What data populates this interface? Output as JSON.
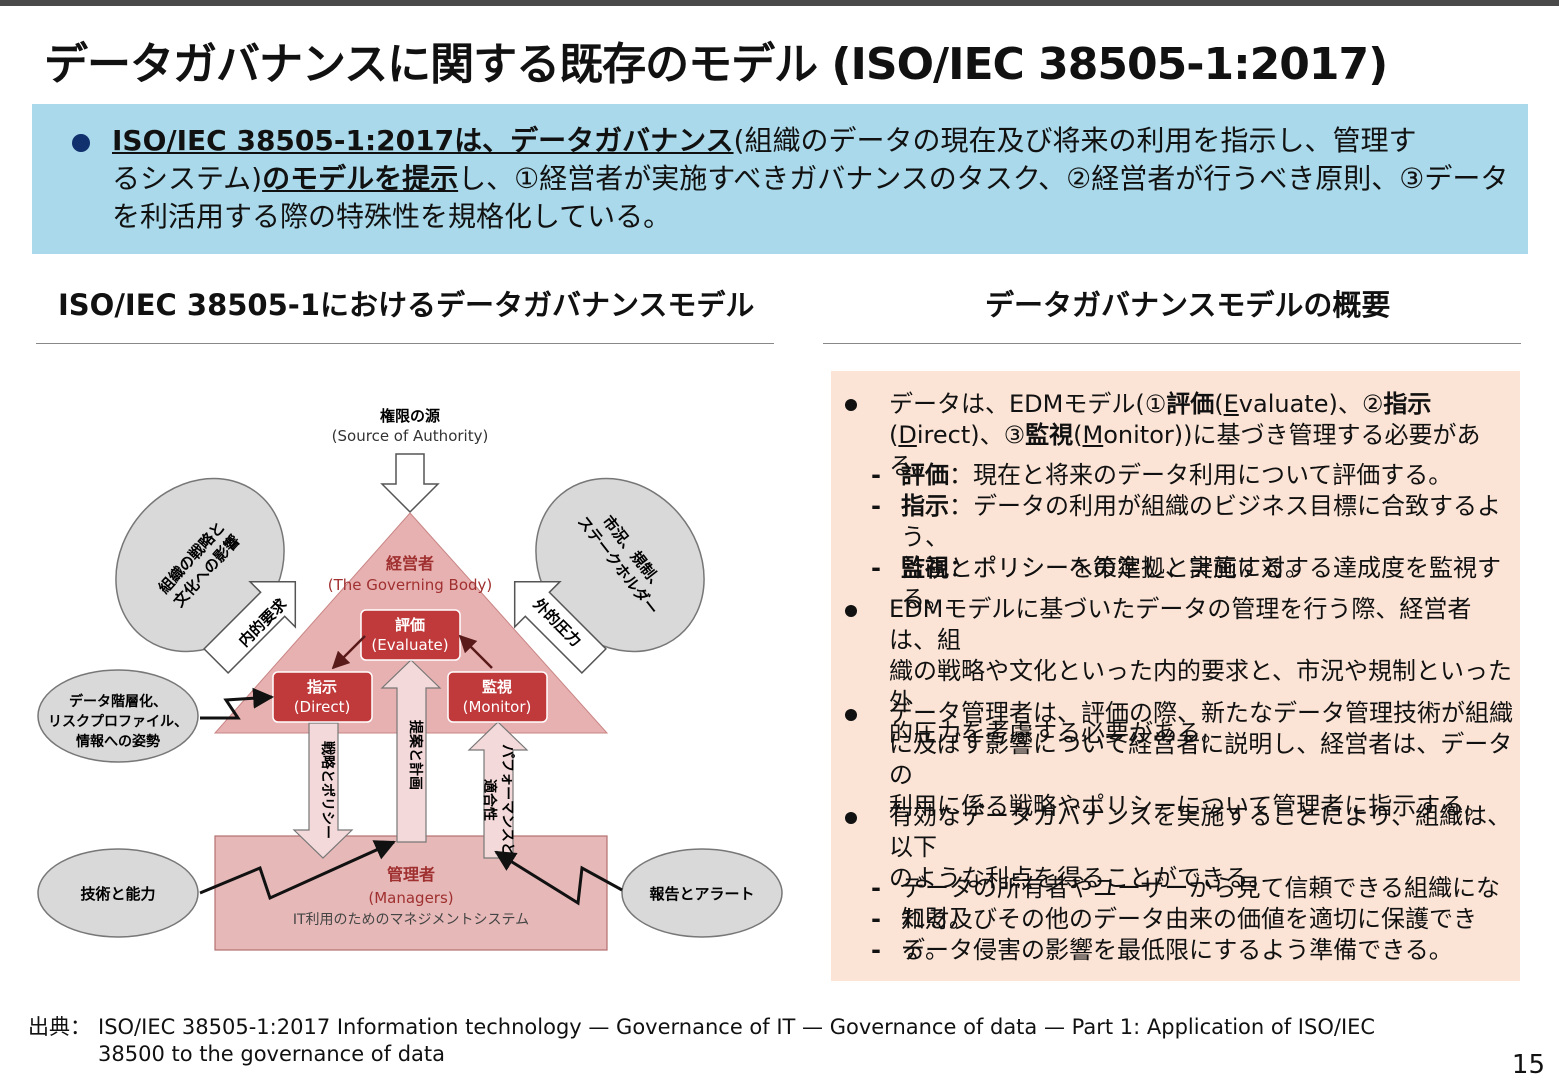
{
  "slide": {
    "title": "データガバナンスに関する既存のモデル (ISO/IEC 38505-1:2017)",
    "summary": {
      "line1_bold": "ISO/IEC 38505-1:2017は、データガバナンス",
      "line1_rest": "(組織のデータの現在及び将来の利用を指示し、管理す",
      "line2_pre": "るシステム)",
      "line2_bold": "のモデルを提示",
      "line2_rest": "し、①経営者が実施すべきガバナンスのタスク、②経営者が行うべき原則、③データ",
      "line3": "を利活用する際の特殊性を規格化している。"
    },
    "left_section_title": "ISO/IEC 38505-1におけるデータガバナンスモデル",
    "right_section_title": "データガバナンスモデルの概要",
    "page_number": "15"
  },
  "diagram": {
    "authority_label": "権限の源",
    "authority_sub": "(Source of Authority)",
    "governing_body": "経営者",
    "governing_body_en": "(The Governing Body)",
    "evaluate": "評価",
    "evaluate_en": "(Evaluate)",
    "direct": "指示",
    "direct_en": "(Direct)",
    "monitor": "監視",
    "monitor_en": "(Monitor)",
    "strategy_culture": "組織の戦略と文化への影響",
    "market_regulation": "市況、規制、ステークホルダー",
    "internal_demand": "内的要求",
    "external_pressure": "外的圧力",
    "data_layering_l1": "データ階層化、",
    "data_layering_l2": "リスクプロファイル、",
    "data_layering_l3": "情報への姿勢",
    "strategy_policy": "戦略とポリシー",
    "proposal_plan": "提案と計画",
    "performance_l1": "パフォーマンスと",
    "performance_l2": "適合性",
    "managers": "管理者",
    "managers_en": "(Managers)",
    "it_system": "IT利用のためのマネジメントシステム",
    "tech_ability": "技術と能力",
    "report_alert": "報告とアラート"
  },
  "overview": {
    "b1_l1_pre": "データは、EDMモデル(①",
    "b1_l1_bold1": "評価",
    "b1_l1_m1": "(",
    "b1_l1_u1": "E",
    "b1_l1_m2": "valuate)、②",
    "b1_l1_bold2": "指示",
    "b1_l2_m1": "(",
    "b1_l2_u1": "D",
    "b1_l2_m2": "irect)、③",
    "b1_l2_bold": "監視",
    "b1_l2_m3": "(",
    "b1_l2_u2": "M",
    "b1_l2_m4": "onitor))に基づき管理する必要がある。",
    "s1_term": "評価",
    "s1_text": "：現在と将来のデータ利用について評価する。",
    "s2_term": "指示",
    "s2_text1": "：データの利用が組織のビジネス目標に合致するよう、",
    "s2_text2": "計画とポリシーを策定し、実施する。",
    "s3_term": "監視",
    "s3_text": "：ポリシーへの準拠と計画に対する達成度を監視する。",
    "b2_l1": "EDMモデルに基づいたデータの管理を行う際、経営者は、組",
    "b2_l2": "織の戦略や文化といった内的要求と、市況や規制といった外",
    "b2_l3": "的圧力を考慮する必要がある。",
    "b3_l1": "データ管理者は、評価の際、新たなデータ管理技術が組織",
    "b3_l2": "に及ぼす影響について経営者に説明し、経営者は、データの",
    "b3_l3": "利用に係る戦略やポリシーについて管理者に指示する。",
    "b4_l1": "有効なデータガバナンスを実施することにより、組織は、以下",
    "b4_l2": "のような利点を得ることができる。",
    "d1": "データの所有者やユーザーから見て信頼できる組織になれる。",
    "d2": "知財及びその他のデータ由来の価値を適切に保護できる。",
    "d3": "データ侵害の影響を最低限にするよう準備できる。",
    "dash_mark": "-"
  },
  "source": {
    "label": "出典：",
    "line1": "ISO/IEC 38505-1:2017 Information technology — Governance of IT — Governance of data — Part 1: Application of ISO/IEC",
    "line2": "38500 to the governance of data"
  },
  "colors": {
    "summary_bg": "#a9d9ea",
    "panel_bg": "#fbe4d6",
    "triangle": "#e8b1b1",
    "node": "#c0393b",
    "manager_box": "#e6b8b8",
    "ellipse": "#d9d9d9"
  }
}
